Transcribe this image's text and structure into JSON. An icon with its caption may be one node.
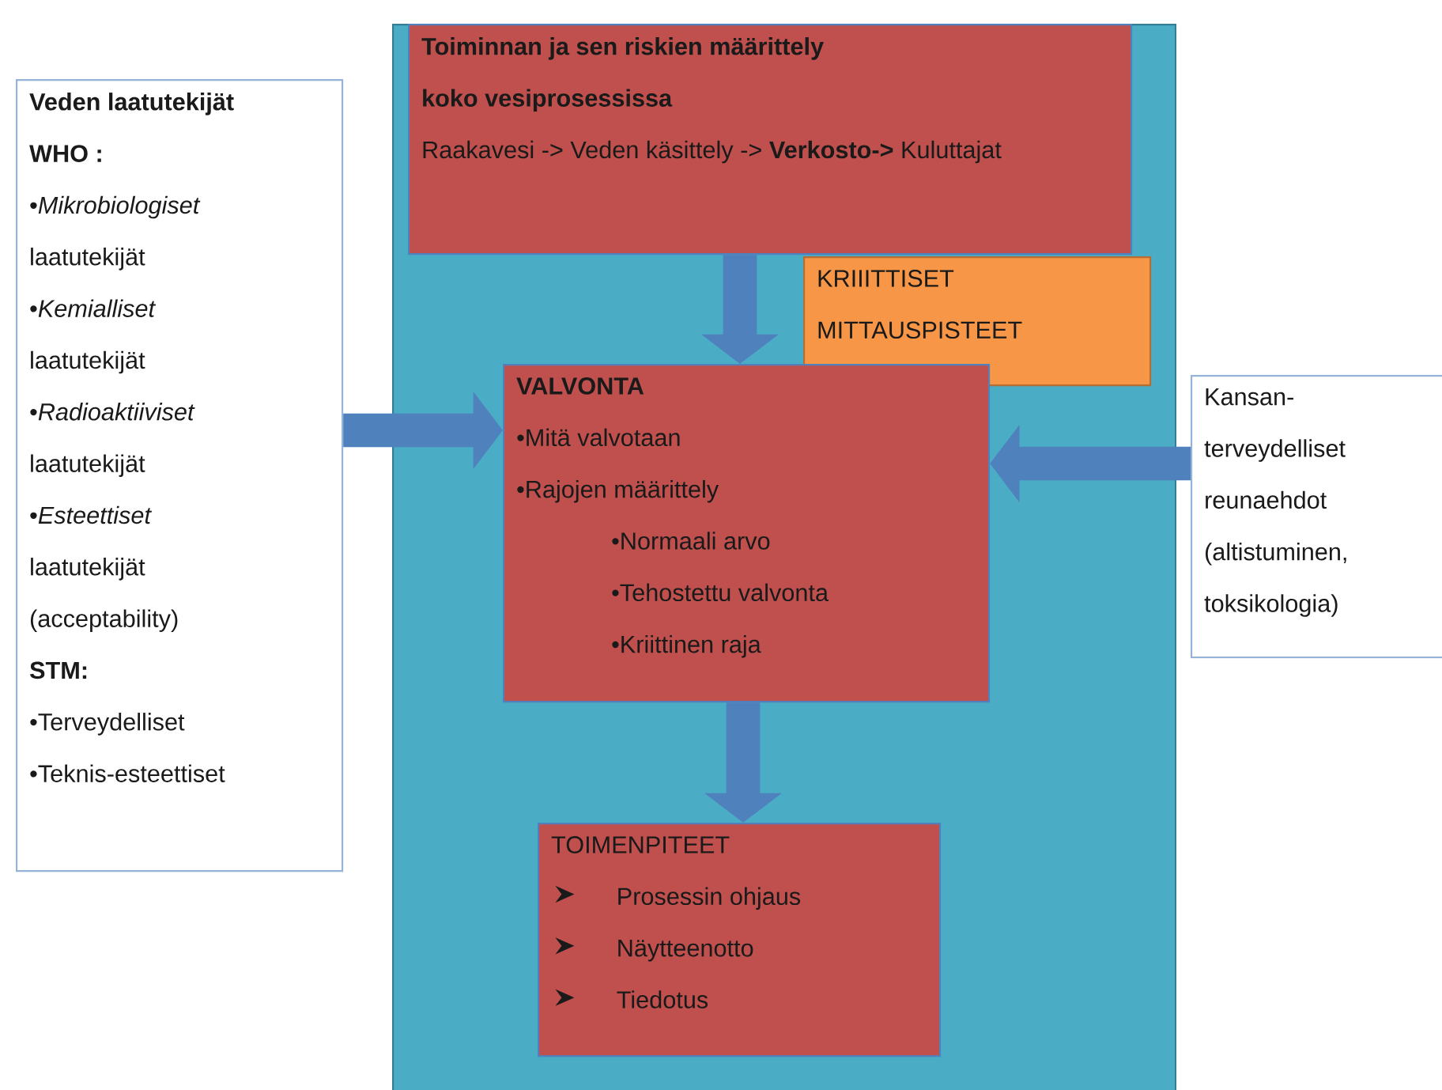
{
  "diagram": {
    "nodes": [
      {
        "text": [
          "Veden laatutekijät WHO :",
          "•*Mikrobiologiset* laatutekijät",
          "•*Kemialliset* laatutekijät",
          "•*Radioaktiiviset* laatutekijät",
          "•*Esteettiset* laatutekijät (acceptability)",
          "STM:",
          "•Terveydelliset",
          "•Teknis-esteettiset"
        ]
      },
      {
        "text": [],
        "shape": "box"
      },
      {
        "text": [
          "Toiminnan ja sen riskien määrittely koko vesiprosessissa",
          "Raakavesi -> Veden käsittely -> **Verkosto->** Kuluttajat"
        ],
        "in": 1
      },
      {
        "text": [
          "KRIIITTISET MITTAUSPISTEET"
        ],
        "in": 1
      },
      {
        "text": [
          "VALVONTA",
          "•Mitä valvotaan",
          "•Rajojen määrittely",
          "•Normaali arvo",
          "•Tehostettu valvonta",
          "•Kriittinen raja"
        ],
        "in": 1
      },
      {
        "text": [
          "TOIMENPITEET",
          "Prosessin ohjaus",
          "Näytteenotto",
          "Tiedotus"
        ],
        "in": 1
      },
      {
        "text": [
          "Kansan- terveydelliset reunaehdot (altistuminen, toksikologia)"
        ]
      }
    ],
    "edges": [
      {
        "from": 0,
        "to": 4,
        "arrow": "to"
      },
      {
        "from": 6,
        "to": 4,
        "arrow": "to"
      },
      {
        "from": 2,
        "to": 4,
        "arrow": "to"
      },
      {
        "from": 4,
        "to": 5,
        "arrow": "to"
      }
    ]
  }
}
